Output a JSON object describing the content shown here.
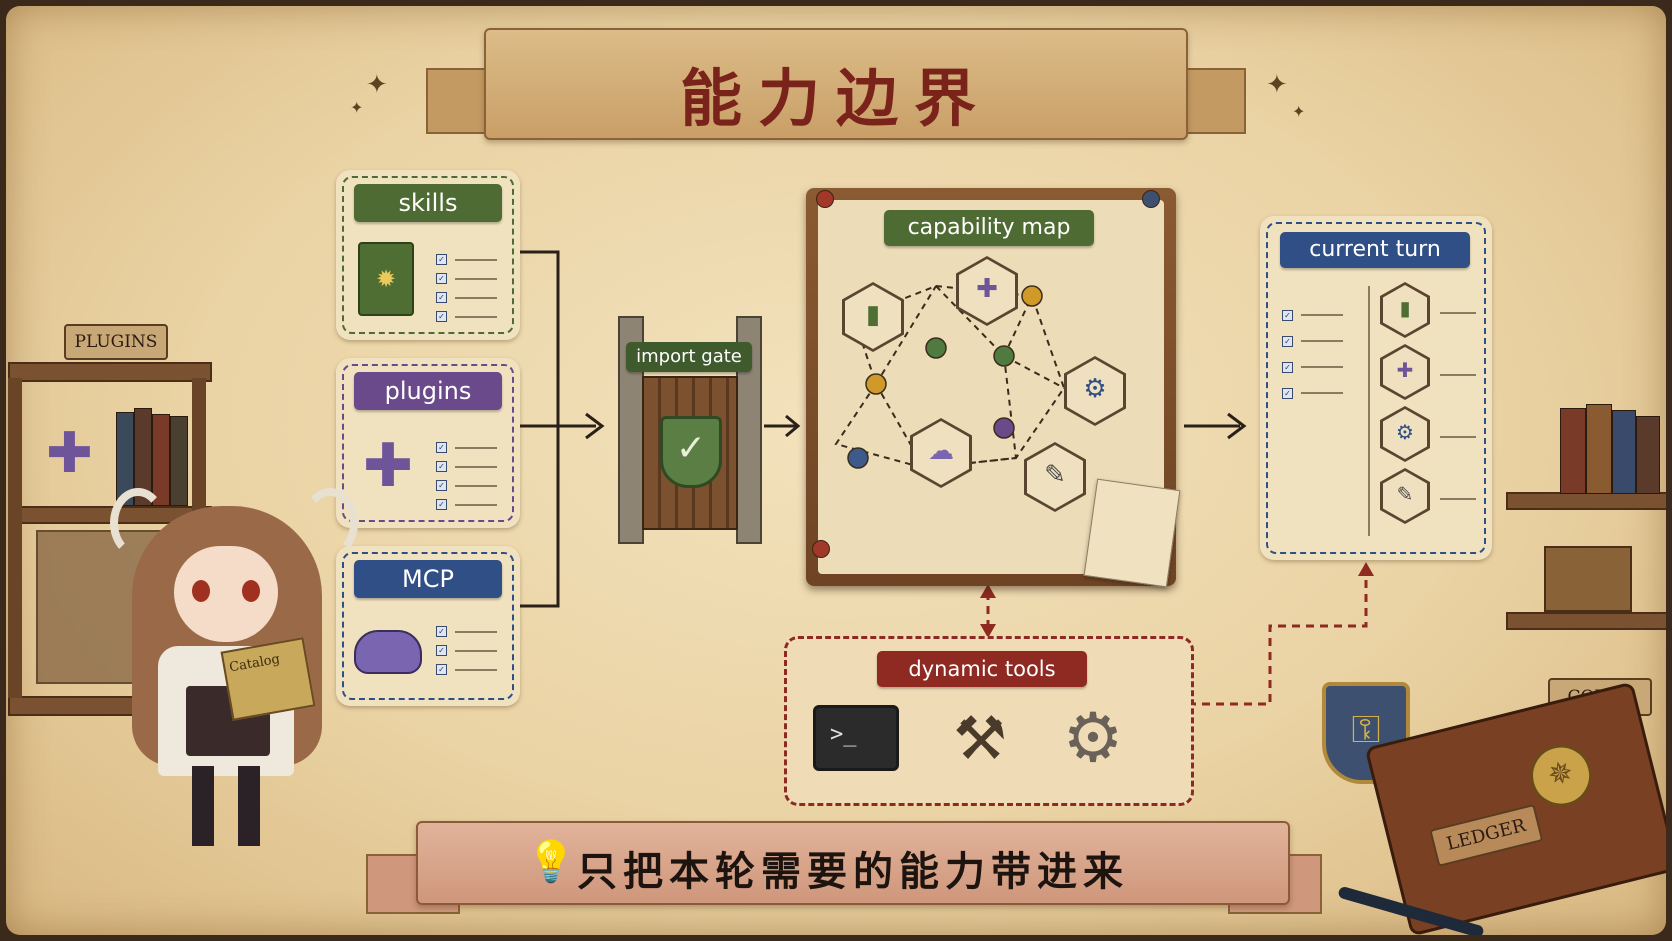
{
  "title": "能力边界",
  "footer": "只把本轮需要的能力带进来",
  "sources": [
    {
      "label": "skills",
      "color": "#4f6b34",
      "icon": "book-icon"
    },
    {
      "label": "plugins",
      "color": "#6a4a8a",
      "icon": "puzzle-icon"
    },
    {
      "label": "MCP",
      "color": "#2f4f86",
      "icon": "cloud-icon"
    }
  ],
  "gate": {
    "label": "import gate"
  },
  "map": {
    "label": "capability map"
  },
  "turn": {
    "label": "current turn"
  },
  "tools": {
    "label": "dynamic tools"
  },
  "props": {
    "plugins_sign": "PLUGINS",
    "book_title": "Catalog",
    "codex_sign": "CODEX",
    "ledger_sign": "LEDGER"
  },
  "colors": {
    "title_red": "#7a231b",
    "skills_green": "#4f6b34",
    "plugins_purple": "#6a4a8a",
    "mcp_blue": "#2f4f86",
    "tools_red": "#8e2a22"
  }
}
